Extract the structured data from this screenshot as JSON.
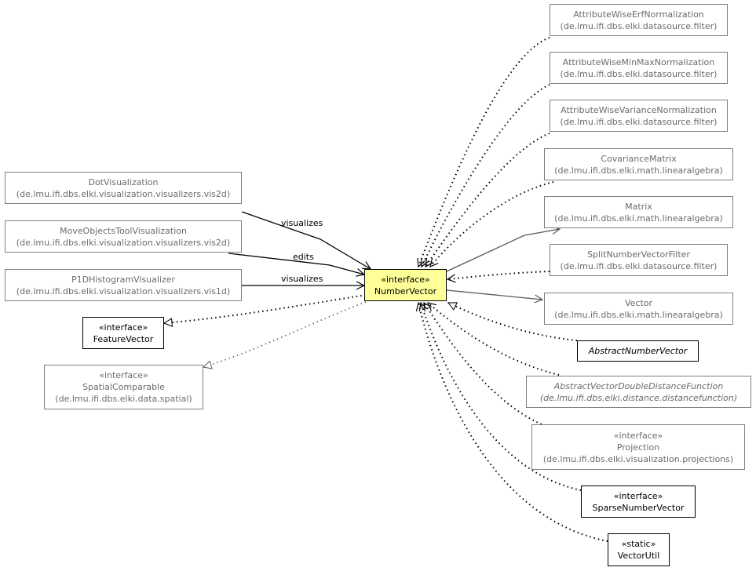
{
  "center": {
    "stereotype": "«interface»",
    "name": "NumberVector"
  },
  "nodes": {
    "erf": {
      "name": "AttributeWiseErfNormalization",
      "pkg": "(de.lmu.ifi.dbs.elki.datasource.filter)"
    },
    "minmax": {
      "name": "AttributeWiseMinMaxNormalization",
      "pkg": "(de.lmu.ifi.dbs.elki.datasource.filter)"
    },
    "variance": {
      "name": "AttributeWiseVarianceNormalization",
      "pkg": "(de.lmu.ifi.dbs.elki.datasource.filter)"
    },
    "covariance": {
      "name": "CovarianceMatrix",
      "pkg": "(de.lmu.ifi.dbs.elki.math.linearalgebra)"
    },
    "matrix": {
      "name": "Matrix",
      "pkg": "(de.lmu.ifi.dbs.elki.math.linearalgebra)"
    },
    "split": {
      "name": "SplitNumberVectorFilter",
      "pkg": "(de.lmu.ifi.dbs.elki.datasource.filter)"
    },
    "vector": {
      "name": "Vector",
      "pkg": "(de.lmu.ifi.dbs.elki.math.linearalgebra)"
    },
    "abstractnv": {
      "name": "AbstractNumberVector"
    },
    "avddf": {
      "name": "AbstractVectorDoubleDistanceFunction",
      "pkg": "(de.lmu.ifi.dbs.elki.distance.distancefunction)"
    },
    "projection": {
      "stereotype": "«interface»",
      "name": "Projection",
      "pkg": "(de.lmu.ifi.dbs.elki.visualization.projections)"
    },
    "sparse": {
      "stereotype": "«interface»",
      "name": "SparseNumberVector"
    },
    "vectorutil": {
      "stereotype": "«static»",
      "name": "VectorUtil"
    },
    "dotvis": {
      "name": "DotVisualization",
      "pkg": "(de.lmu.ifi.dbs.elki.visualization.visualizers.vis2d)"
    },
    "moveobj": {
      "name": "MoveObjectsToolVisualization",
      "pkg": "(de.lmu.ifi.dbs.elki.visualization.visualizers.vis2d)"
    },
    "p1d": {
      "name": "P1DHistogramVisualizer",
      "pkg": "(de.lmu.ifi.dbs.elki.visualization.visualizers.vis1d)"
    },
    "featurevector": {
      "stereotype": "«interface»",
      "name": "FeatureVector"
    },
    "spatial": {
      "stereotype": "«interface»",
      "name": "SpatialComparable",
      "pkg": "(de.lmu.ifi.dbs.elki.data.spatial)"
    }
  },
  "edge_labels": {
    "visualizes_dot": "visualizes",
    "edits": "edits",
    "visualizes_p1d": "visualizes"
  },
  "colors": {
    "focus_fill": "#ffff99",
    "edge": "#000000",
    "muted_edge": "#595959"
  }
}
